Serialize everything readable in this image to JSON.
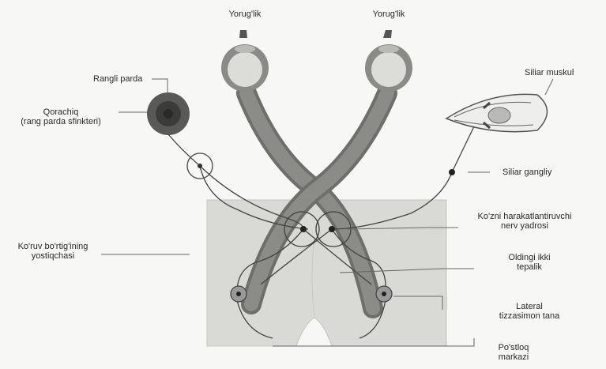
{
  "diagram": {
    "labels": {
      "light_left": "Yorug'lik",
      "light_right": "Yorug'lik",
      "iris": "Rangli parda",
      "pupil_line1": "Qorachiq",
      "pupil_line2": "(rang parda sfinkteri)",
      "ciliary_muscle": "Siliar muskul",
      "ciliary_ganglion": "Siliar gangliy",
      "oculomotor_line1": "Ko'zni harakatlantiruvchi",
      "oculomotor_line2": "nerv yadrosi",
      "pulvinar_line1": "Ko'ruv bo'rtig'ining",
      "pulvinar_line2": "yostiqchasi",
      "colliculi_line1": "Oldingi ikki",
      "colliculi_line2": "tepalik",
      "lgn_line1": "Lateral",
      "lgn_line2": "tizzasimon tana",
      "cortex_line1": "Po'stloq",
      "cortex_line2": "markazi"
    }
  }
}
